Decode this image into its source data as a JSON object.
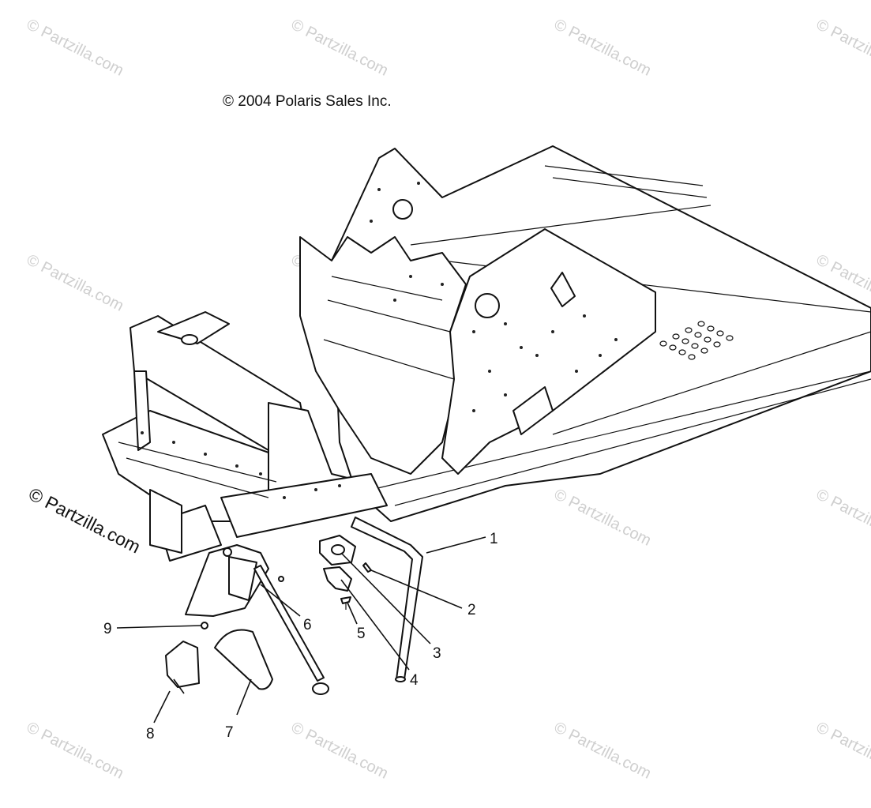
{
  "copyright": "© 2004 Polaris Sales Inc.",
  "watermark": "© Partzilla.com",
  "callouts": [
    {
      "id": "1",
      "label": "1"
    },
    {
      "id": "2",
      "label": "2"
    },
    {
      "id": "3",
      "label": "3"
    },
    {
      "id": "4",
      "label": "4"
    },
    {
      "id": "5",
      "label": "5"
    },
    {
      "id": "6",
      "label": "6"
    },
    {
      "id": "7",
      "label": "7"
    },
    {
      "id": "8",
      "label": "8"
    },
    {
      "id": "9",
      "label": "9"
    }
  ]
}
